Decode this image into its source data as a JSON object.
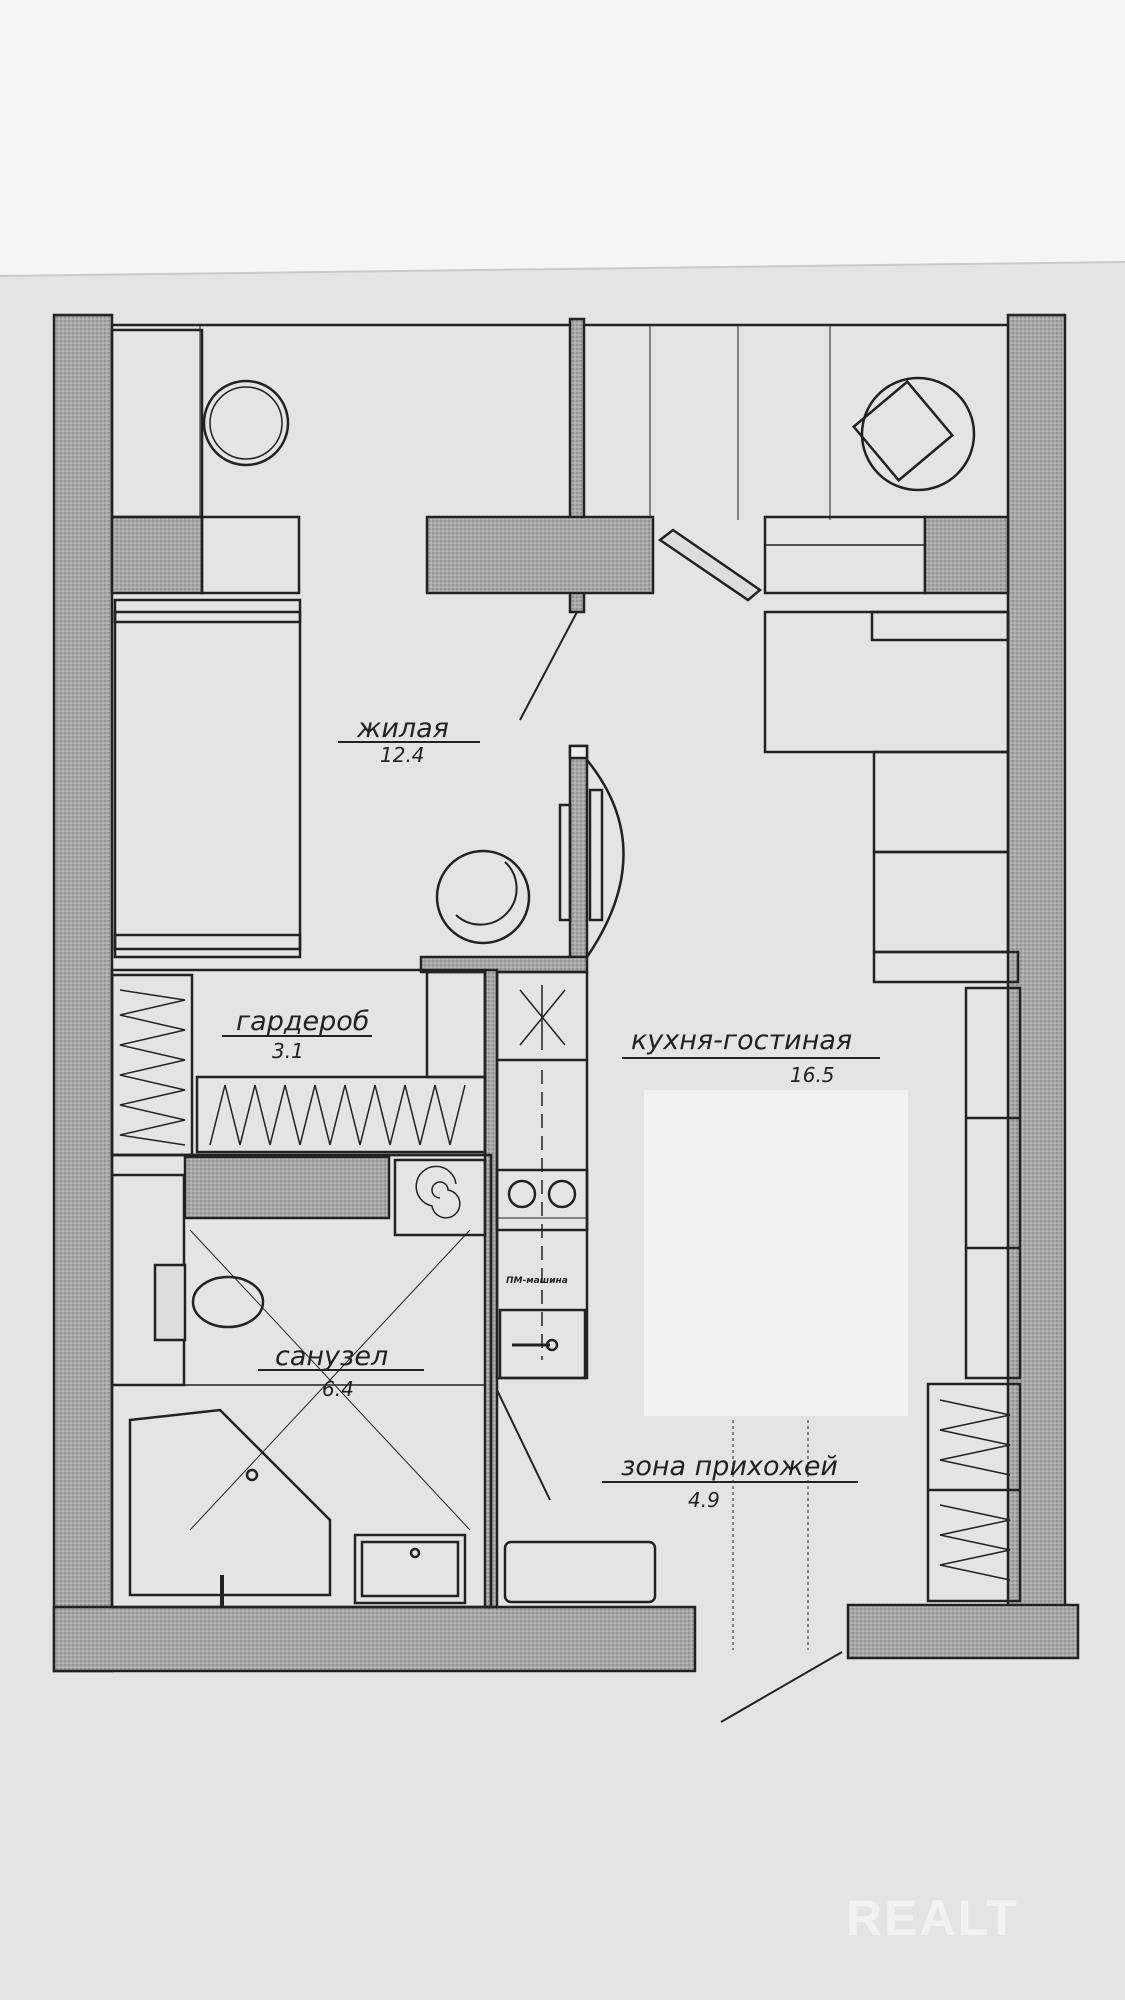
{
  "plan": {
    "rooms": [
      {
        "name": "жилая",
        "area": "12.4"
      },
      {
        "name": "гардероб",
        "area": "3.1"
      },
      {
        "name": "кухня-гостиная",
        "area": "16.5"
      },
      {
        "name": "санузел",
        "area": "6.4"
      },
      {
        "name": "зона прихожей",
        "area": "4.9"
      }
    ],
    "appliance_label": "ПМ-машина"
  },
  "watermark": "REALT",
  "colors": {
    "wall": "#9c9c9c",
    "paper": "#e4e5e3",
    "line": "#222222"
  }
}
